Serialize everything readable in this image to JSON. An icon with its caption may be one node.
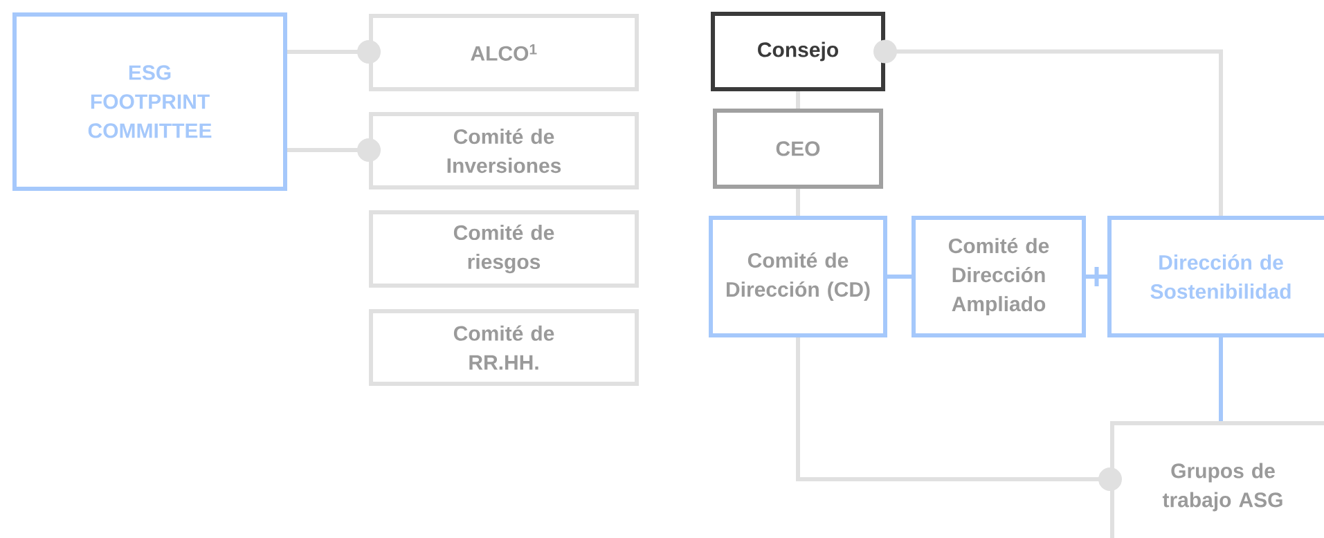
{
  "diagram": {
    "nodes": [
      {
        "text": [
          "ESG FOOTPRINT COMMITTEE"
        ]
      },
      {
        "text": [
          "ALCO$^{1}$"
        ]
      },
      {
        "text": [
          "Comité de Inversiones"
        ]
      },
      {
        "text": [
          "Comité de riesgos"
        ]
      },
      {
        "text": [
          "Comité de RR.HH."
        ]
      },
      {
        "text": [
          "Consejo"
        ]
      },
      {
        "text": [
          "CEO"
        ]
      },
      {
        "text": [
          "Comité de Dirección (CD)"
        ]
      },
      {
        "text": [
          "Comité de Dirección Ampliado"
        ]
      },
      {
        "text": [
          "Dirección de Sostenibilidad"
        ]
      },
      {
        "text": [
          "Grupos de trabajo ASG"
        ]
      }
    ],
    "edges": [
      {
        "from": 0,
        "to": 1,
        "arrow": "other"
      },
      {
        "from": 0,
        "to": 2,
        "arrow": "other"
      },
      {
        "from": 9,
        "to": 5,
        "arrow": "other"
      },
      {
        "from": 5,
        "to": 6,
        "arrow": "none"
      },
      {
        "from": 6,
        "to": 7,
        "arrow": "none"
      },
      {
        "from": 7,
        "to": 8,
        "arrow": "none",
        "color": "#a5c8fb"
      },
      {
        "from": 8,
        "to": 9,
        "arrow": "none",
        "color": "#a5c8fb"
      },
      {
        "from": 9,
        "to": 10,
        "arrow": "none",
        "color": "#a5c8fb"
      },
      {
        "from": 7,
        "to": 10,
        "arrow": "other"
      }
    ]
  }
}
